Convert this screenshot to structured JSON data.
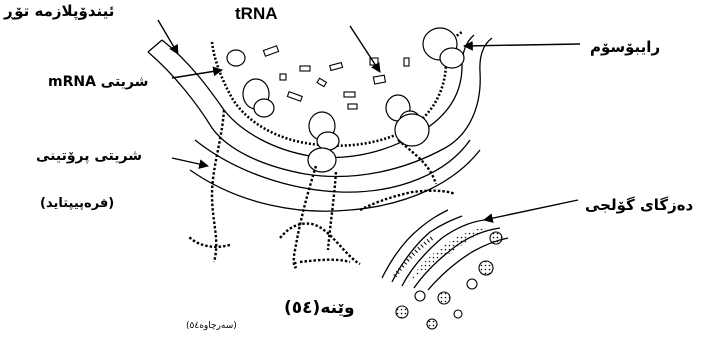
{
  "labels": {
    "endoplasmic_reticulum": "ئیندۆپلازمە تۆڕ",
    "trna": "tRNA",
    "mrna_strand": "شریتی mRNA",
    "ribosome": "رایبۆسۆم",
    "protein_strand": "شریتی پرۆتینی",
    "polypeptide": "(فرەپیپتاید)",
    "golgi": "دەزگای گۆلجی",
    "figure_caption": "وێنە(٥٤)",
    "source_note": "(سەرچاوە٥٤)"
  },
  "icons": {
    "ribosome": "ribosome-icon",
    "vesicle": "vesicle-icon",
    "trna_fragment": "trna-fragment-icon"
  },
  "colors": {
    "ink": "#000000",
    "background": "#ffffff"
  }
}
